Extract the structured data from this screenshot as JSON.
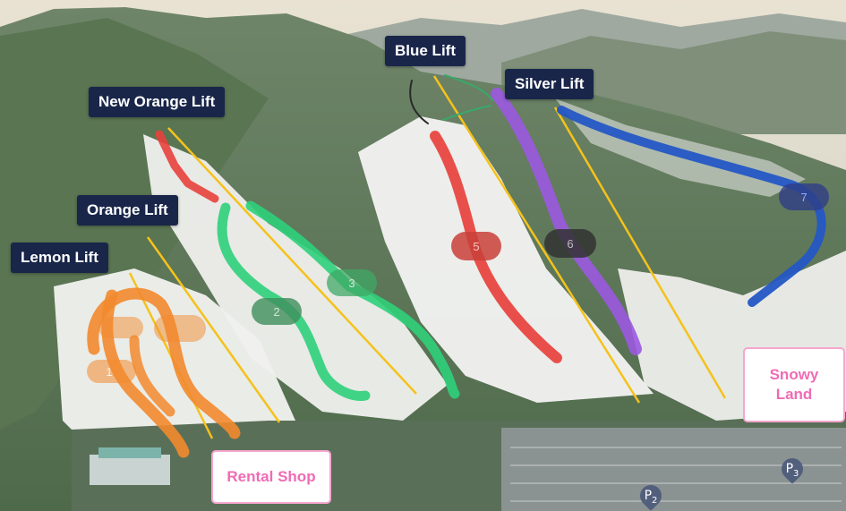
{
  "map": {
    "lifts": [
      {
        "id": "blue",
        "label": "Blue Lift"
      },
      {
        "id": "silver",
        "label": "Silver Lift"
      },
      {
        "id": "new-orange",
        "label": "New Orange Lift"
      },
      {
        "id": "orange",
        "label": "Orange Lift"
      },
      {
        "id": "lemon",
        "label": "Lemon Lift"
      }
    ],
    "places": [
      {
        "id": "rental-shop",
        "label": "Rental Shop"
      },
      {
        "id": "snowy-land",
        "label": "Snowy Land",
        "lines": [
          "Snowy",
          "Land"
        ]
      }
    ],
    "parking": [
      {
        "id": "p2",
        "label": "P",
        "sub": "2"
      },
      {
        "id": "p3",
        "label": "P",
        "sub": "3"
      }
    ],
    "runs": [
      {
        "number": "1",
        "color": "#f28a2e"
      },
      {
        "number": "2",
        "color": "#2fd07a"
      },
      {
        "number": "3",
        "color": "#2fd07a"
      },
      {
        "number": "5",
        "color": "#e8413c"
      },
      {
        "number": "6",
        "color": "#9b59e0"
      },
      {
        "number": "7",
        "color": "#2457c5"
      }
    ],
    "colors": {
      "lift_line": "#f5c21b",
      "label_bg": "#19264a",
      "place_text": "#f06bb4",
      "snow": "#f2f2f0",
      "forest": "#5d7656"
    }
  }
}
